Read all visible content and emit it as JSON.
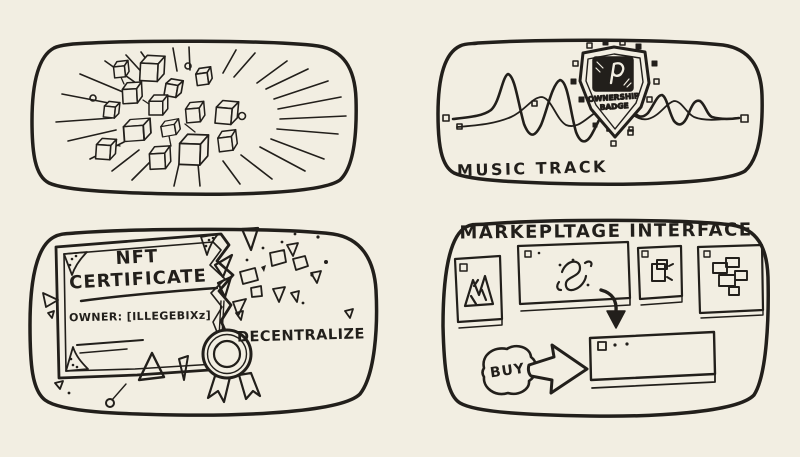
{
  "canvas": {
    "paper_color": "#f2eee2",
    "ink_color": "#221f1b"
  },
  "panels": {
    "token_burst": {
      "icon": "exploding-cubes-illustration"
    },
    "music_track": {
      "label": "MUSIC TRACK",
      "badge": {
        "line1": "OWNERSHIP",
        "line2": "BADGE"
      }
    },
    "nft_certificate": {
      "title_line1": "NFT",
      "title_line2": "CERTIFICATE",
      "owner_line": "OWNER: [ILLEGEBIXz]",
      "caption": "DECENTRALIZE"
    },
    "marketplace": {
      "title": "MARKEPLTAGE INTERFACE",
      "buy_label": "BUY"
    }
  }
}
